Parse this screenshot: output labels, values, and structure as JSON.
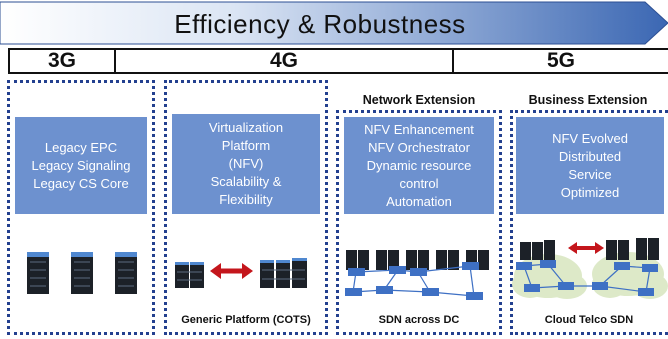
{
  "banner": {
    "title": "Efficiency & Robustness"
  },
  "generations": [
    {
      "label": "3G"
    },
    {
      "label": "4G"
    },
    {
      "label": "5G"
    }
  ],
  "panels": [
    {
      "heading": "",
      "lines": [
        "Legacy EPC",
        "Legacy Signaling",
        "Legacy CS Core"
      ],
      "caption": ""
    },
    {
      "heading": "",
      "lines": [
        "Virtualization",
        "Platform",
        "(NFV)",
        "Scalability &",
        "Flexibility"
      ],
      "caption": "Generic Platform (COTS)"
    },
    {
      "heading": "Network Extension",
      "lines": [
        "NFV Enhancement",
        "NFV Orchestrator",
        "Dynamic resource",
        "control",
        "Automation"
      ],
      "caption": "SDN across DC"
    },
    {
      "heading": "Business Extension",
      "lines": [
        "NFV Evolved",
        "Distributed",
        "Service",
        "Optimized"
      ],
      "caption": "Cloud Telco SDN"
    }
  ],
  "colors": {
    "banner_gradient_start": "#ffffff",
    "banner_gradient_end": "#3b67b3",
    "panel_border": "#23408f",
    "box_fill": "#6d91cf",
    "arrow_red": "#c4161c",
    "node_blue": "#3e70c4",
    "cloud_green": "#dde9c8"
  },
  "icons": [
    "server-rack-icon",
    "double-arrow-icon",
    "network-node-icon",
    "cloud-icon"
  ]
}
